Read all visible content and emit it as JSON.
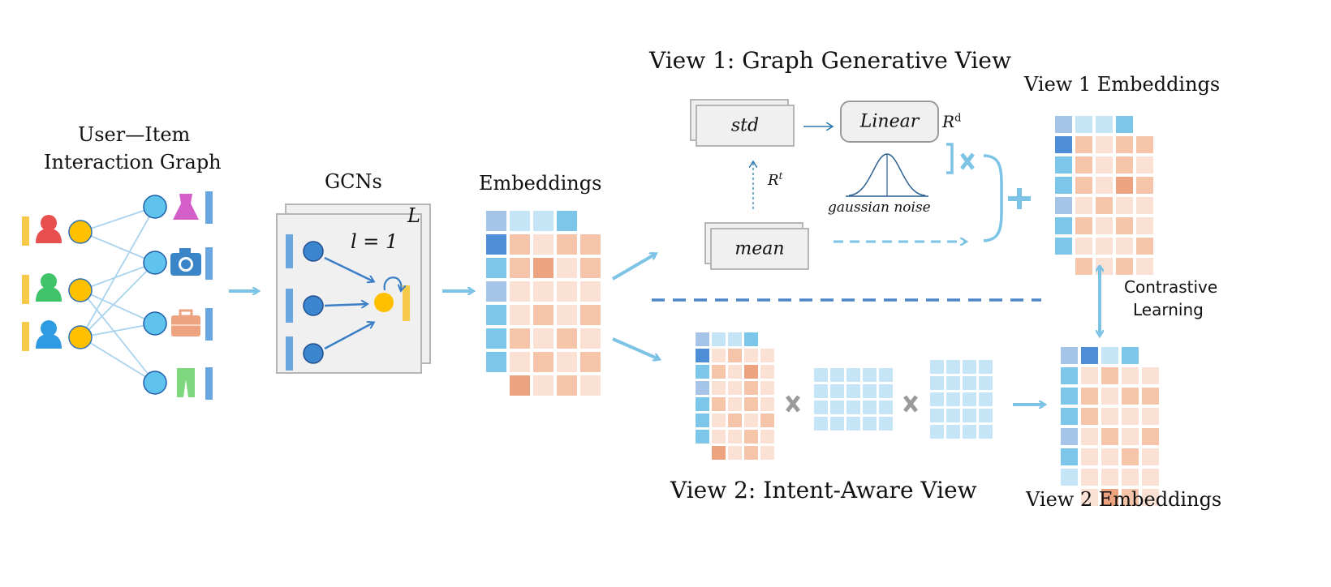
{
  "graph": {
    "title_line1": "User—Item",
    "title_line2": "Interaction Graph"
  },
  "gcn": {
    "title": "GCNs",
    "layer_label": "l = 1",
    "layers_label": "L"
  },
  "embeddings": {
    "title": "Embeddings"
  },
  "view1": {
    "title": "View 1: Graph Generative View",
    "std_label": "std",
    "mean_label": "mean",
    "linear_label": "Linear",
    "rd_label": "R",
    "rd_sup": "d",
    "rt_label": "R",
    "rt_sup": "t",
    "noise_label": "gaussian noise",
    "embeddings_title": "View 1 Embeddings"
  },
  "view2": {
    "title": "View 2: Intent-Aware View",
    "embeddings_title": "View 2 Embeddings"
  },
  "contrastive": {
    "line1": "Contrastive",
    "line2": "Learning"
  },
  "colors": {
    "arrow_blue": "#7cc3e6",
    "dash_blue": "#4a86c8",
    "node_blue": "#5fc3ee",
    "node_dark_blue": "#3c86d0",
    "node_yellow": "#ffc000",
    "yellow_bar": "#f7c948",
    "blue_bar": "#6aa6e0",
    "salmon_light": "#fbe1d3",
    "salmon_mid": "#f6c4a8",
    "salmon_dark": "#eda37f",
    "blue_light": "#c5e4f6",
    "blue_mid": "#7cc6ea",
    "blue_dark": "#4e8ed6",
    "lavender": "#a6c4e8"
  },
  "icons": {
    "users": [
      "user-red-icon",
      "user-green-icon",
      "user-blue-icon"
    ],
    "items": [
      "dress-icon",
      "camera-icon",
      "briefcase-icon",
      "pants-icon"
    ],
    "operators": [
      "multiply-icon",
      "plus-icon"
    ]
  }
}
